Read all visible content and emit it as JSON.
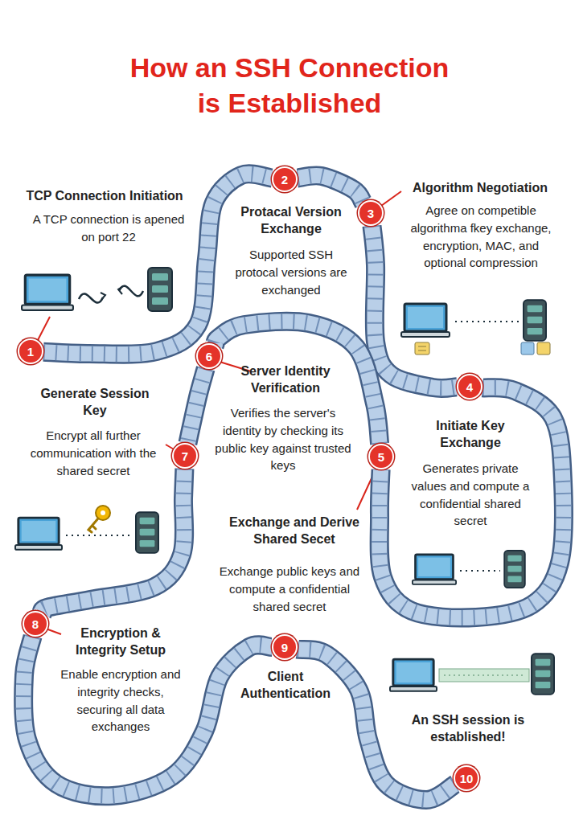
{
  "diagram": {
    "title": "How an SSH Connection is Established",
    "nodes": [
      {
        "text": [
          "1"
        ]
      },
      {
        "text": [
          "2"
        ]
      },
      {
        "text": [
          "3"
        ]
      },
      {
        "text": [
          "4"
        ]
      },
      {
        "text": [
          "5"
        ]
      },
      {
        "text": [
          "6"
        ]
      },
      {
        "text": [
          "7"
        ]
      },
      {
        "text": [
          "8"
        ]
      },
      {
        "text": [
          "9"
        ]
      },
      {
        "text": [
          "10"
        ]
      }
    ],
    "edges": [
      {
        "from": 0,
        "to": 1,
        "arrow": "none"
      },
      {
        "from": 1,
        "to": 2,
        "arrow": "none"
      },
      {
        "from": 2,
        "to": 3,
        "arrow": "none"
      },
      {
        "from": 3,
        "to": 4,
        "arrow": "none"
      },
      {
        "from": 4,
        "to": 5,
        "arrow": "none"
      },
      {
        "from": 5,
        "to": 6,
        "arrow": "none"
      },
      {
        "from": 6,
        "to": 7,
        "arrow": "none"
      },
      {
        "from": 7,
        "to": 8,
        "arrow": "none"
      },
      {
        "from": 8,
        "to": 9,
        "arrow": "none"
      }
    ],
    "labels": [
      "TCP Connection Initiation",
      "A TCP connection is apened on port 22",
      "Protacal Version Exchange",
      "Supported SSH protocal versions are exchanged",
      "Algorithm Negotiation",
      "Agree on competible algorithma fkey exchange, encryption, MAC, and optional compression",
      "Server Identity Verification",
      "Verifies the server's identity by checking its public key against trusted keys",
      "Generate Session Key",
      "Encrypt all further communication with the shared secret",
      "Initiate Key Exchange",
      "Generates private values and compute a confidential shared secret",
      "Exchange and Derive Shared Secet",
      "Exchange public keys and compute a confidential shared secret",
      "Encryption & Integrity Setup",
      "Enable encryption and integrity checks, securing all data exchanges",
      "Client Authentication",
      "An SSH session is established!"
    ]
  }
}
